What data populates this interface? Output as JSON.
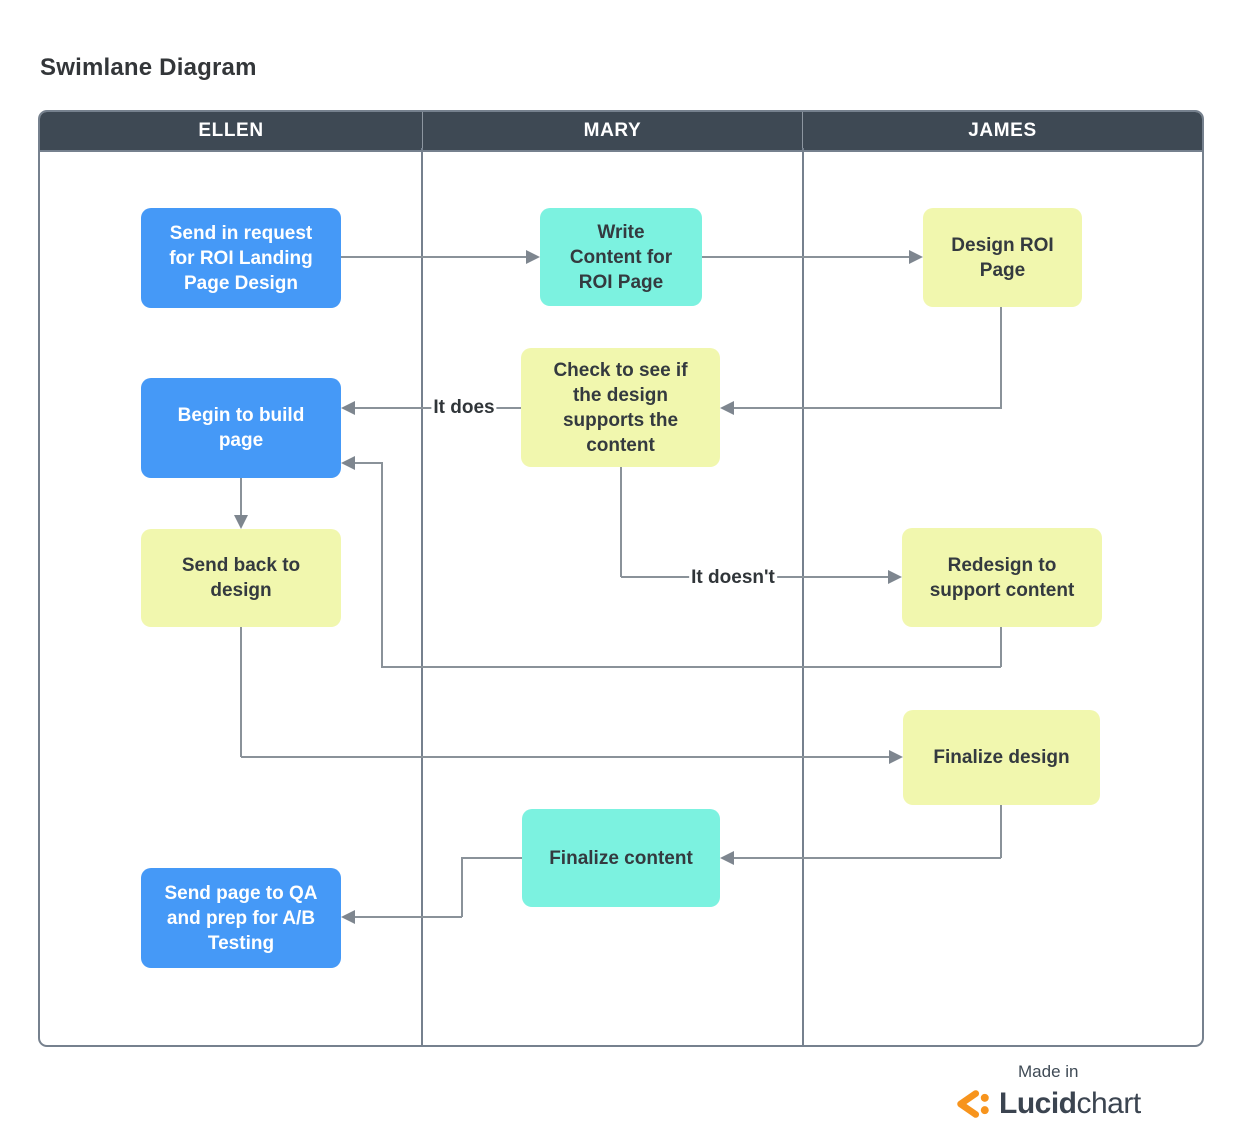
{
  "title": "Swimlane Diagram",
  "lanes": [
    {
      "name": "ELLEN"
    },
    {
      "name": "MARY"
    },
    {
      "name": "JAMES"
    }
  ],
  "nodes": {
    "send_request": {
      "label": "Send in request for ROI Landing Page Design",
      "lane": "ELLEN",
      "color": "blue"
    },
    "write_content": {
      "label": "Write Content for ROI Page",
      "lane": "MARY",
      "color": "teal"
    },
    "design_roi": {
      "label": "Design ROI Page",
      "lane": "JAMES",
      "color": "yellow"
    },
    "check_design": {
      "label": "Check to see if the design supports the content",
      "lane": "MARY",
      "color": "yellow"
    },
    "begin_build": {
      "label": "Begin to build page",
      "lane": "ELLEN",
      "color": "blue"
    },
    "send_back": {
      "label": "Send back to design",
      "lane": "ELLEN",
      "color": "yellow"
    },
    "redesign": {
      "label": "Redesign to support content",
      "lane": "JAMES",
      "color": "yellow"
    },
    "finalize_design": {
      "label": "Finalize design",
      "lane": "JAMES",
      "color": "yellow"
    },
    "finalize_content": {
      "label": "Finalize content",
      "lane": "MARY",
      "color": "teal"
    },
    "send_qa": {
      "label": "Send page to QA and prep for A/B Testing",
      "lane": "ELLEN",
      "color": "blue"
    }
  },
  "edge_labels": {
    "it_does": "It does",
    "it_doesnt": "It doesn't"
  },
  "footer": {
    "made_in": "Made in",
    "brand_bold": "Lucid",
    "brand_rest": "chart"
  },
  "colors": {
    "node_blue": "#4599f7",
    "node_teal": "#7cf2e0",
    "node_yellow": "#f1f7ae",
    "lane_header_bg": "#3e4954",
    "lane_header_text": "#ffffff",
    "frame_border": "#76818e",
    "connector": "#8a9299",
    "brand_orange": "#f7941d"
  }
}
